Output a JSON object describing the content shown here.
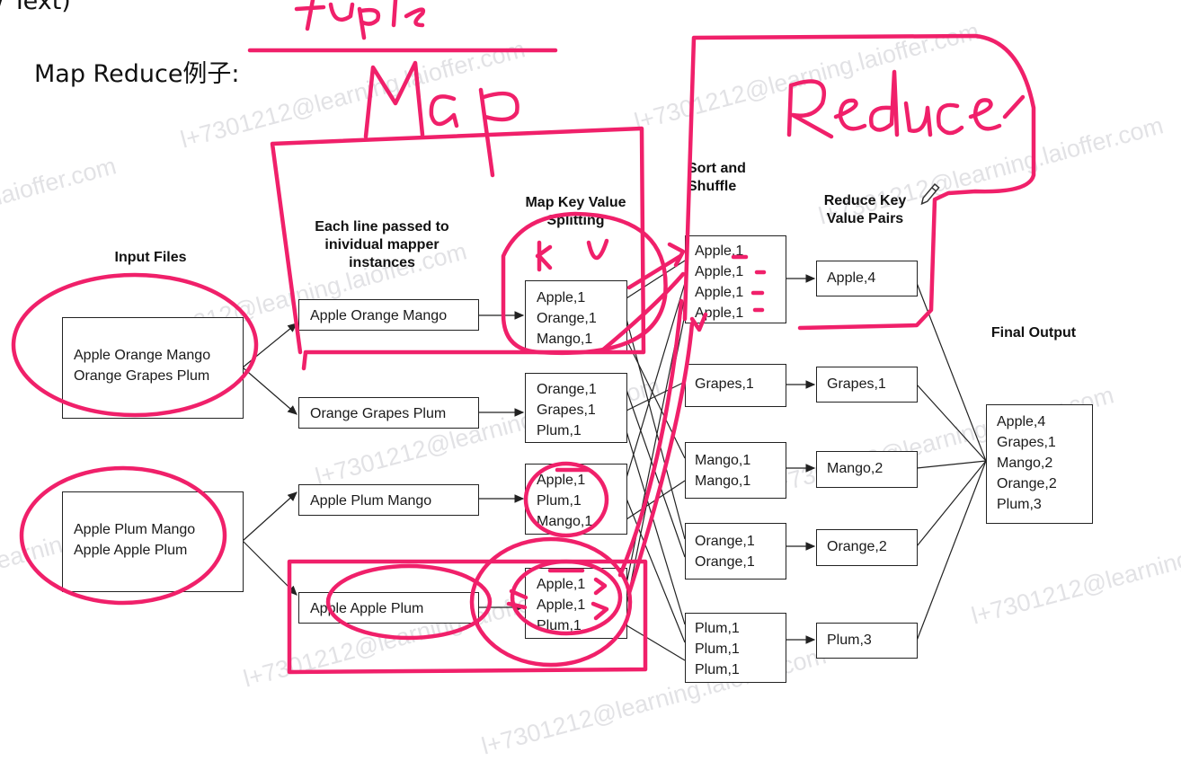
{
  "heading": "Map Reduce例子:",
  "top_fragment": "/ Text)",
  "annotations": {
    "tuple": "tuple",
    "map": "Map",
    "reduce": "Reduce",
    "k": "k",
    "v": "v"
  },
  "columns": {
    "input": "Input Files",
    "mapper": "Each line passed to\ninividual mapper\ninstances",
    "map_kv": "Map Key Value\nSplitting",
    "shuffle": "Sort and\nShuffle",
    "reduce_kv": "Reduce Key\nValue Pairs",
    "final": "Final Output"
  },
  "input_files": [
    [
      "Apple Orange Mango",
      "Orange Grapes Plum"
    ],
    [
      "Apple Plum Mango",
      "Apple Apple Plum"
    ]
  ],
  "lines": [
    "Apple Orange Mango",
    "Orange Grapes Plum",
    "Apple Plum Mango",
    "Apple Apple Plum"
  ],
  "map_pairs": [
    [
      "Apple,1",
      "Orange,1",
      "Mango,1"
    ],
    [
      "Orange,1",
      "Grapes,1",
      "Plum,1"
    ],
    [
      "Apple,1",
      "Plum,1",
      "Mango,1"
    ],
    [
      "Apple,1",
      "Apple,1",
      "Plum,1"
    ]
  ],
  "shuffle": [
    [
      "Apple,1",
      "Apple,1",
      "Apple,1",
      "Apple,1"
    ],
    [
      "Grapes,1"
    ],
    [
      "Mango,1",
      "Mango,1"
    ],
    [
      "Orange,1",
      "Orange,1"
    ],
    [
      "Plum,1",
      "Plum,1",
      "Plum,1"
    ]
  ],
  "reduce": [
    "Apple,4",
    "Grapes,1",
    "Mango,2",
    "Orange,2",
    "Plum,3"
  ],
  "final_output": [
    "Apple,4",
    "Grapes,1",
    "Mango,2",
    "Orange,2",
    "Plum,3"
  ],
  "watermark": "l+7301212@learning.laioffer.com",
  "colors": {
    "ink": "#f0206a",
    "line": "#222222",
    "watermark": "#9696a0"
  }
}
